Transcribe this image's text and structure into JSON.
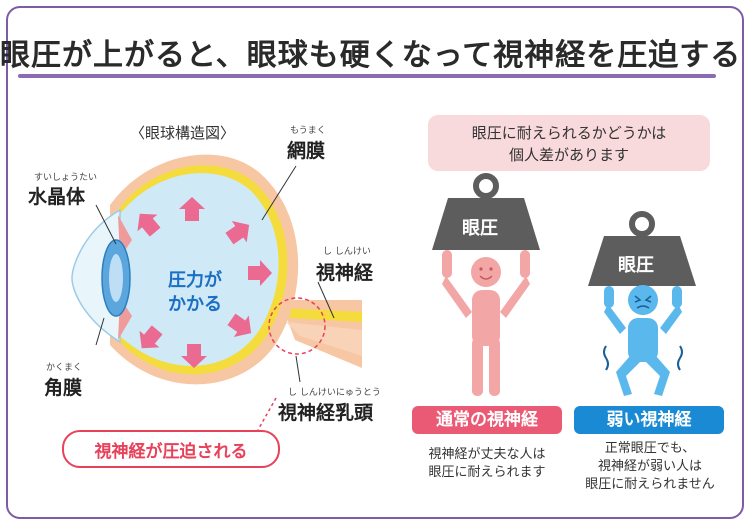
{
  "title": "眼圧が上がると、眼球も硬くなって視神経を圧迫する",
  "eye_section": {
    "heading": "〈眼球構造図〉",
    "retina": {
      "ruby": "もうまく",
      "label": "網膜"
    },
    "lens": {
      "ruby": "すいしょうたい",
      "label": "水晶体"
    },
    "optic_nerve": {
      "ruby": "し しんけい",
      "label": "視神経"
    },
    "cornea": {
      "ruby": "かくまく",
      "label": "角膜"
    },
    "optic_disc": {
      "ruby": "し しんけいにゅうとう",
      "label": "視神経乳頭"
    },
    "pressure_line1": "圧力が",
    "pressure_line2": "かかる",
    "compressed_label": "視神経が圧迫される"
  },
  "right_section": {
    "bubble_line1": "眼圧に耐えられるかどうかは",
    "bubble_line2": "個人差があります",
    "weight_label_normal": "眼圧",
    "weight_label_weak": "眼圧",
    "normal_tag": "通常の視神経",
    "weak_tag": "弱い視神経",
    "normal_desc_line1": "視神経が丈夫な人は",
    "normal_desc_line2": "眼圧に耐えられます",
    "weak_desc_line1": "正常眼圧でも、",
    "weak_desc_line2": "視神経が弱い人は",
    "weak_desc_line3": "眼圧に耐えられません"
  },
  "colors": {
    "frame": "#7d5ba6",
    "accent_pink": "#e8415a",
    "arrow_pink": "#ea6a92",
    "eye_blue": "#cfe9f7",
    "sclera_orange": "#f7c6a3",
    "retina_yellow": "#f4dc3c",
    "weight_gray": "#5d5d5d",
    "normal_figure": "#f2a6a6",
    "weak_figure": "#5bb8ec",
    "normal_tag_bg": "#ea5a74",
    "weak_tag_bg": "#1a8ad4"
  }
}
